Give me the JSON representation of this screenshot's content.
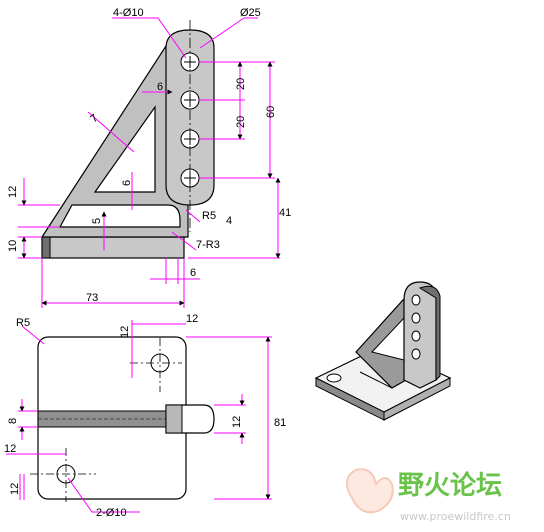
{
  "front_view": {
    "hole_callout": "4-Ø10",
    "arc_diameter": "Ø25",
    "hole_spacing_1": "20",
    "hole_spacing_2": "20",
    "hole_span": "60",
    "slot_offset": "6",
    "rib_thickness": "7",
    "gap_height": "6",
    "upper_height": "12",
    "slot_depth": "5",
    "fillet_radius": "R5",
    "fillet_offset": "4",
    "total_height": "41",
    "base_height": "10",
    "edge_fillets": "7-R3",
    "wall_thickness": "6",
    "base_length": "73"
  },
  "top_view": {
    "corner_radius": "R5",
    "hole_offset_x": "12",
    "hole_offset_y": "12",
    "slot_width": "8",
    "tab_width": "12",
    "total_width": "81",
    "hole_x": "12",
    "hole_y": "12",
    "hole_callout": "2-Ø10"
  },
  "watermark": {
    "brand": "野火论坛",
    "url": "www.proewildfire.cn"
  },
  "colors": {
    "dimension": "#ff00ff",
    "outline": "#000000",
    "shade": "#a0a0a0",
    "hidden": "#ff0000",
    "watermark": "#69c34a"
  }
}
